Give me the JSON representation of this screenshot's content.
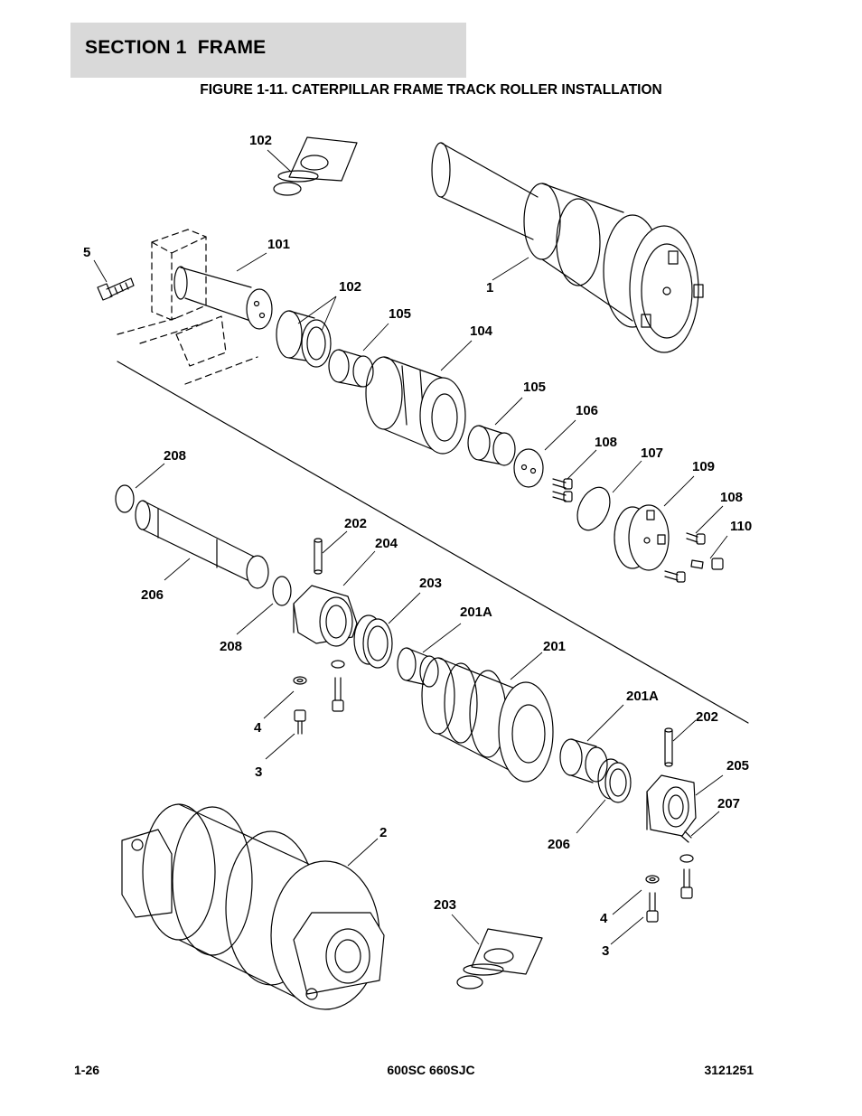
{
  "section": {
    "title": "SECTION 1  FRAME"
  },
  "figure": {
    "title": "FIGURE 1-11. CATERPILLAR FRAME TRACK ROLLER INSTALLATION"
  },
  "callouts": {
    "c102_top": "102",
    "c101": "101",
    "c5": "5",
    "c102_mid": "102",
    "c1": "1",
    "c105_a": "105",
    "c104": "104",
    "c105_b": "105",
    "c106": "106",
    "c108_a": "108",
    "c107": "107",
    "c109": "109",
    "c108_b": "108",
    "c110": "110",
    "c208_a": "208",
    "c202_a": "202",
    "c204": "204",
    "c206_a": "206",
    "c203_a": "203",
    "c208_b": "208",
    "c201A_a": "201A",
    "c201": "201",
    "c4_a": "4",
    "c3_a": "3",
    "c201A_b": "201A",
    "c202_b": "202",
    "c205": "205",
    "c207": "207",
    "c2": "2",
    "c206_b": "206",
    "c203_b": "203",
    "c4_b": "4",
    "c3_b": "3"
  },
  "footer": {
    "page": "1-26",
    "model": "600SC 660SJC",
    "doc_number": "3121251"
  }
}
